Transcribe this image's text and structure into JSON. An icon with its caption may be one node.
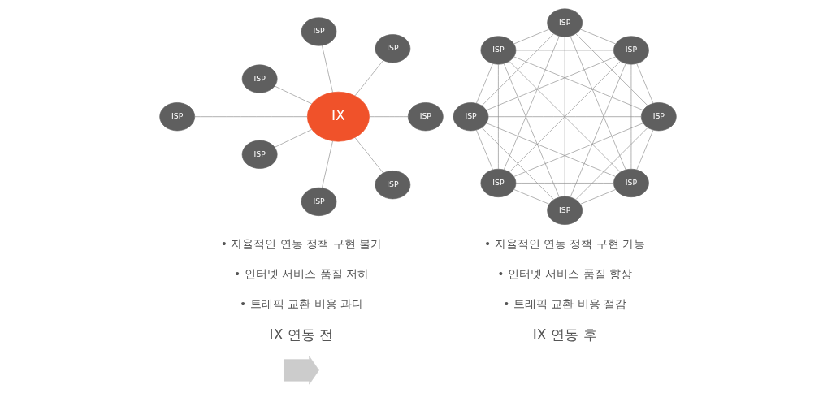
{
  "diagram": {
    "nodes": [
      {
        "text": [
          "ISP"
        ]
      },
      {
        "text": [
          "ISP"
        ]
      },
      {
        "text": [
          "ISP"
        ]
      },
      {
        "text": [
          "ISP"
        ]
      },
      {
        "text": [
          "ISP"
        ]
      },
      {
        "text": [
          "ISP"
        ]
      },
      {
        "text": [
          "ISP"
        ]
      },
      {
        "text": [
          "ISP"
        ]
      },
      {
        "text": [
          "ISP"
        ]
      },
      {
        "text": [
          "ISP"
        ]
      },
      {
        "text": [
          "ISP"
        ]
      },
      {
        "text": [
          "ISP"
        ]
      },
      {
        "text": [
          "IX"
        ]
      },
      {
        "text": [
          "ISP"
        ]
      },
      {
        "text": [
          "ISP"
        ]
      },
      {
        "text": [
          "ISP"
        ]
      },
      {
        "text": [
          "ISP"
        ]
      },
      {
        "text": [],
        "shape": "arrow"
      }
    ],
    "edges": [
      {
        "from": 0,
        "to": 1,
        "arrow": "none"
      },
      {
        "from": 0,
        "to": 2,
        "arrow": "none"
      },
      {
        "from": 0,
        "to": 3,
        "arrow": "none"
      },
      {
        "from": 0,
        "to": 4,
        "arrow": "none"
      },
      {
        "from": 0,
        "to": 5,
        "arrow": "none"
      },
      {
        "from": 0,
        "to": 6,
        "arrow": "none"
      },
      {
        "from": 0,
        "to": 7,
        "arrow": "none"
      },
      {
        "from": 1,
        "to": 2,
        "arrow": "none"
      },
      {
        "from": 1,
        "to": 3,
        "arrow": "none"
      },
      {
        "from": 1,
        "to": 4,
        "arrow": "none"
      },
      {
        "from": 1,
        "to": 5,
        "arrow": "none"
      },
      {
        "from": 1,
        "to": 6,
        "arrow": "none"
      },
      {
        "from": 1,
        "to": 7,
        "arrow": "none"
      },
      {
        "from": 2,
        "to": 3,
        "arrow": "none"
      },
      {
        "from": 2,
        "to": 4,
        "arrow": "none"
      },
      {
        "from": 2,
        "to": 5,
        "arrow": "none"
      },
      {
        "from": 2,
        "to": 6,
        "arrow": "none"
      },
      {
        "from": 2,
        "to": 7,
        "arrow": "none"
      },
      {
        "from": 3,
        "to": 4,
        "arrow": "none"
      },
      {
        "from": 3,
        "to": 5,
        "arrow": "none"
      },
      {
        "from": 3,
        "to": 6,
        "arrow": "none"
      },
      {
        "from": 3,
        "to": 7,
        "arrow": "none"
      },
      {
        "from": 4,
        "to": 5,
        "arrow": "none"
      },
      {
        "from": 4,
        "to": 6,
        "arrow": "none"
      },
      {
        "from": 4,
        "to": 7,
        "arrow": "none"
      },
      {
        "from": 5,
        "to": 6,
        "arrow": "none"
      },
      {
        "from": 5,
        "to": 7,
        "arrow": "none"
      },
      {
        "from": 6,
        "to": 7,
        "arrow": "none"
      },
      {
        "from": 12,
        "to": 8,
        "arrow": "none"
      },
      {
        "from": 12,
        "to": 9,
        "arrow": "none"
      },
      {
        "from": 12,
        "to": 10,
        "arrow": "none"
      },
      {
        "from": 12,
        "to": 11,
        "arrow": "none"
      },
      {
        "from": 12,
        "to": 13,
        "arrow": "none"
      },
      {
        "from": 12,
        "to": 14,
        "arrow": "none"
      },
      {
        "from": 12,
        "to": 15,
        "arrow": "none"
      },
      {
        "from": 12,
        "to": 16,
        "arrow": "none"
      }
    ],
    "labels": [
      "IX 연동 전",
      "• 트래픽 교환 비용 과다",
      "• 인터넷 서비스 품질 저하",
      "• 자율적인 연동 정책 구현 불가",
      "IX 연동 후",
      "• 트래픽 교환 비용 절감",
      "• 인터넷 서비스 품질 향상",
      "• 자율적인 연동 정책 구현 가능"
    ]
  }
}
